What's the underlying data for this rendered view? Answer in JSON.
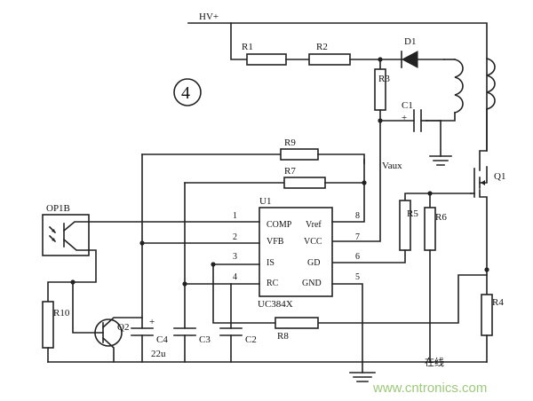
{
  "diagram": {
    "figure_number": "4",
    "supply_label": "HV+",
    "aux_label": "Vaux",
    "optocoupler_label": "OP1B",
    "ic": {
      "ref": "U1",
      "part": "UC384X",
      "pins": [
        {
          "num": "1",
          "name": "COMP"
        },
        {
          "num": "2",
          "name": "VFB"
        },
        {
          "num": "3",
          "name": "IS"
        },
        {
          "num": "4",
          "name": "RC"
        },
        {
          "num": "8",
          "name": "Vref"
        },
        {
          "num": "7",
          "name": "VCC"
        },
        {
          "num": "6",
          "name": "GD"
        },
        {
          "num": "5",
          "name": "GND"
        }
      ]
    },
    "resistors": [
      "R1",
      "R2",
      "R3",
      "R4",
      "R5",
      "R6",
      "R7",
      "R8",
      "R9",
      "R10"
    ],
    "capacitors": {
      "c1": "C1",
      "c1_polarity": "+",
      "c2": "C2",
      "c3": "C3",
      "c4": "C4",
      "c4_polarity": "+",
      "c4_value": "22u"
    },
    "diode": "D1",
    "transistors": {
      "q1": "Q1",
      "q2": "Q2"
    },
    "watermark": "www.cntronics.com",
    "watermark_mark": "在线"
  }
}
